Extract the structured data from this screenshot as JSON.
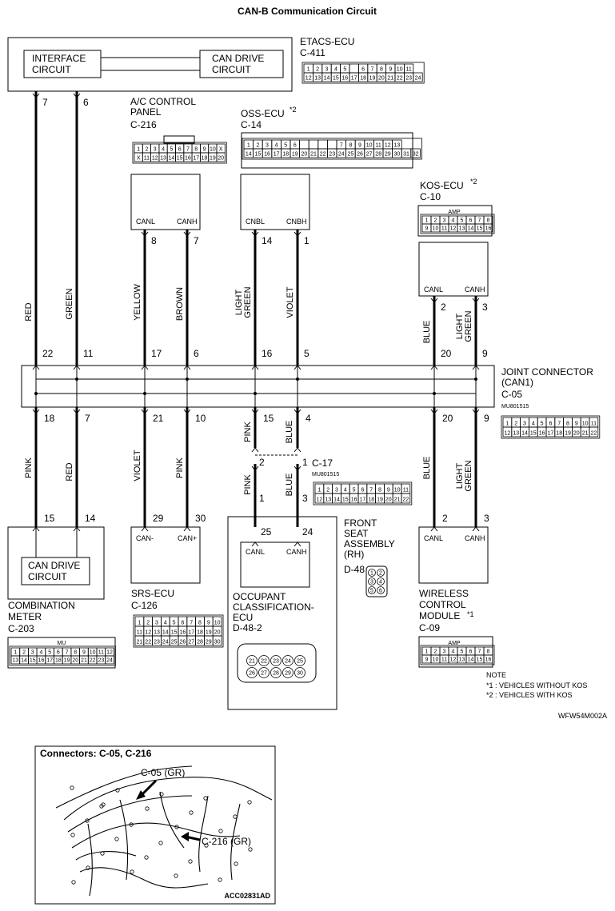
{
  "title": "CAN-B Communication Circuit",
  "etacs": {
    "name": "ETACS-ECU",
    "conn": "C-411",
    "left_block": "INTERFACE\nCIRCUIT",
    "right_block": "CAN DRIVE\nCIRCUIT",
    "pins_row1": [
      "1",
      "2",
      "3",
      "4",
      "5",
      "",
      "6",
      "7",
      "8",
      "9",
      "10",
      "11"
    ],
    "pins_row2": [
      "12",
      "13",
      "14",
      "15",
      "16",
      "17",
      "18",
      "19",
      "20",
      "21",
      "22",
      "23",
      "24"
    ]
  },
  "ac_panel": {
    "name": "A/C CONTROL\nPANEL",
    "conn": "C-216",
    "pin_l": "CANL",
    "pin_r": "CANH",
    "pins_row1": [
      "1",
      "2",
      "3",
      "4",
      "5",
      "6",
      "7",
      "8",
      "9",
      "10",
      "X"
    ],
    "pins_row2": [
      "X",
      "11",
      "12",
      "13",
      "14",
      "15",
      "16",
      "17",
      "18",
      "19",
      "20"
    ]
  },
  "oss": {
    "name": "OSS-ECU",
    "mark": "*2",
    "conn": "C-14",
    "pin_l": "CNBL",
    "pin_r": "CNBH",
    "pins_row1": [
      "1",
      "2",
      "3",
      "4",
      "5",
      "6",
      "",
      "",
      "",
      "",
      "7",
      "8",
      "9",
      "10",
      "11",
      "12",
      "13"
    ],
    "pins_row2": [
      "14",
      "15",
      "16",
      "17",
      "18",
      "19",
      "20",
      "21",
      "22",
      "23",
      "24",
      "25",
      "26",
      "27",
      "28",
      "29",
      "30",
      "31",
      "32"
    ]
  },
  "kos": {
    "name": "KOS-ECU",
    "mark": "*2",
    "conn": "C-10",
    "pin_l": "CANL",
    "pin_r": "CANH",
    "amp": "AMP",
    "pins_row1": [
      "1",
      "2",
      "3",
      "4",
      "5",
      "6",
      "7",
      "8"
    ],
    "pins_row2": [
      "9",
      "10",
      "11",
      "12",
      "13",
      "14",
      "15",
      "16"
    ]
  },
  "joint": {
    "name": "JOINT CONNECTOR\n(CAN1)",
    "conn": "C-05",
    "part": "MU801515",
    "pins_row1": [
      "1",
      "2",
      "3",
      "4",
      "5",
      "6",
      "7",
      "8",
      "9",
      "10",
      "11"
    ],
    "pins_row2": [
      "12",
      "13",
      "14",
      "15",
      "16",
      "17",
      "18",
      "19",
      "20",
      "21",
      "22"
    ]
  },
  "c17": {
    "conn": "C-17",
    "part": "MU801515",
    "pins_row1": [
      "1",
      "2",
      "3",
      "4",
      "5",
      "6",
      "7",
      "8",
      "9",
      "10",
      "11"
    ],
    "pins_row2": [
      "12",
      "13",
      "14",
      "15",
      "16",
      "17",
      "18",
      "19",
      "20",
      "21",
      "22"
    ]
  },
  "combo": {
    "name": "COMBINATION\nMETER",
    "conn": "C-203",
    "block": "CAN DRIVE\nCIRCUIT",
    "mu": "MU",
    "pins_row1": [
      "1",
      "2",
      "3",
      "4",
      "5",
      "6",
      "7",
      "8",
      "9",
      "10",
      "11",
      "12"
    ],
    "pins_row2": [
      "13",
      "14",
      "15",
      "16",
      "17",
      "18",
      "19",
      "20",
      "21",
      "22",
      "23",
      "24"
    ]
  },
  "srs": {
    "name": "SRS-ECU",
    "conn": "C-126",
    "pin_l": "CAN-",
    "pin_r": "CAN+",
    "pins_row1": [
      "1",
      "2",
      "3",
      "4",
      "5",
      "6",
      "7",
      "8",
      "9",
      "10"
    ],
    "pins_row2": [
      "11",
      "12",
      "13",
      "14",
      "15",
      "16",
      "17",
      "18",
      "19",
      "20"
    ],
    "pins_row3": [
      "21",
      "22",
      "23",
      "24",
      "25",
      "26",
      "27",
      "28",
      "29",
      "30"
    ]
  },
  "ocs": {
    "name": "OCCUPANT\nCLASSIFICATION-\nECU",
    "conn": "D-48-2",
    "pin_l": "CANL",
    "pin_r": "CANH",
    "pins_row1": [
      "21",
      "22",
      "23",
      "24",
      "25"
    ],
    "pins_row2": [
      "26",
      "27",
      "28",
      "29",
      "30"
    ]
  },
  "front_seat": {
    "name": "FRONT\nSEAT\nASSEMBLY\n(RH)",
    "conn": "D-48",
    "pins": [
      "1",
      "2",
      "3",
      "4",
      "5",
      "6"
    ]
  },
  "wireless": {
    "name": "WIRELESS\nCONTROL\nMODULE",
    "mark": "*1",
    "conn": "C-09",
    "pin_l": "CANL",
    "pin_r": "CANH",
    "amp": "AMP",
    "pins_row1": [
      "1",
      "2",
      "3",
      "4",
      "5",
      "6",
      "7",
      "8"
    ],
    "pins_row2": [
      "9",
      "10",
      "11",
      "12",
      "13",
      "14",
      "15",
      "16"
    ]
  },
  "wires": {
    "w1": {
      "top_pin": "7",
      "color": "RED",
      "joint_pin": "22"
    },
    "w2": {
      "top_pin": "6",
      "color": "GREEN",
      "joint_pin": "11"
    },
    "w3": {
      "top_pin": "8",
      "color": "YELLOW",
      "joint_pin": "17"
    },
    "w4": {
      "top_pin": "7",
      "color": "BROWN",
      "joint_pin": "6"
    },
    "w5": {
      "top_pin": "14",
      "color": "LIGHT\nGREEN",
      "joint_pin": "16"
    },
    "w6": {
      "top_pin": "1",
      "color": "VIOLET",
      "joint_pin": "5"
    },
    "w7": {
      "top_pin": "2",
      "color": "BLUE",
      "joint_pin": "20"
    },
    "w8": {
      "top_pin": "3",
      "color": "LIGHT\nGREEN",
      "joint_pin": "9"
    },
    "b1": {
      "joint_pin": "18",
      "color": "PINK",
      "end_pin": "15"
    },
    "b2": {
      "joint_pin": "7",
      "color": "RED",
      "end_pin": "14"
    },
    "b3": {
      "joint_pin": "21",
      "color": "VIOLET",
      "end_pin": "29"
    },
    "b4": {
      "joint_pin": "10",
      "color": "PINK",
      "end_pin": "30"
    },
    "b5": {
      "joint_pin": "15",
      "color": "PINK",
      "c17_a": "2",
      "color2": "PINK",
      "c17_b": "1",
      "end_pin": "25"
    },
    "b6": {
      "joint_pin": "4",
      "color": "BLUE",
      "c17_a": "1",
      "color2": "BLUE",
      "c17_b": "3",
      "end_pin": "24"
    },
    "b7": {
      "joint_pin": "20",
      "color": "BLUE",
      "end_pin": "2"
    },
    "b8": {
      "joint_pin": "9",
      "color": "LIGHT\nGREEN",
      "end_pin": "3"
    }
  },
  "note": {
    "heading": "NOTE",
    "n1": "*1 : VEHICLES WITHOUT KOS",
    "n2": "*2 : VEHICLES WITH KOS"
  },
  "code1": "WFW54M002A",
  "inset": {
    "title": "Connectors: C-05, C-216",
    "label1": "C-05 (GR)",
    "label2": "C-216 (GR)",
    "code": "ACC02831AD"
  }
}
